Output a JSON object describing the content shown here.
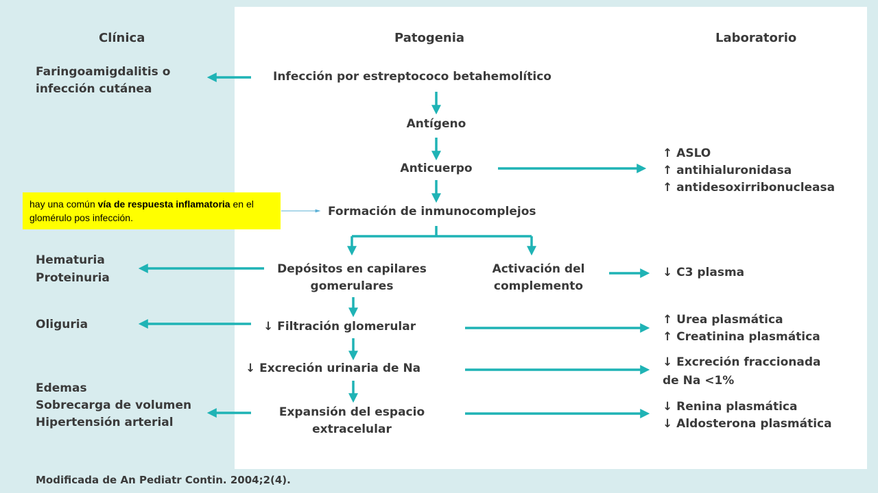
{
  "colors": {
    "arrow": "#1fb3b5",
    "note_bg": "#ffff00",
    "panel": "#ffffff",
    "page_bg": "#d8ecee"
  },
  "headers": {
    "clinica": "Clínica",
    "patogenia": "Patogenia",
    "laboratorio": "Laboratorio"
  },
  "clinica": {
    "faringo_1": "Faringoamigdalitis o",
    "faringo_2": "infección cutánea",
    "hematuria": "Hematuria",
    "proteinuria": "Proteinuria",
    "oliguria": "Oliguria",
    "edemas": "Edemas",
    "sobrecarga": "Sobrecarga de volumen",
    "hipertension": "Hipertensión arterial"
  },
  "patogenia": {
    "infeccion": "Infección por estreptococo betahemolítico",
    "antigeno": "Antígeno",
    "anticuerpo": "Anticuerpo",
    "inmunocomplejos": "Formación de inmunocomplejos",
    "depositos_1": "Depósitos en capilares",
    "depositos_2": "gomerulares",
    "activacion_1": "Activación del",
    "activacion_2": "complemento",
    "filtracion": "↓ Filtración glomerular",
    "excrecion": "↓ Excreción urinaria de Na",
    "expansion_1": "Expansión del espacio",
    "expansion_2": "extracelular"
  },
  "laboratorio": {
    "aslo": "↑ ASLO",
    "antihialuronidasa": "↑ antihialuronidasa",
    "antidesoxi": "↑ antidesoxirribonucleasa",
    "c3": "↓ C3 plasma",
    "urea": "↑ Urea plasmática",
    "creatinina": "↑ Creatinina plasmática",
    "excrecion_frac_1": "↓ Excreción fraccionada",
    "excrecion_frac_2": "de Na <1%",
    "renina": "↓ Renina plasmática",
    "aldosterona": "↓ Aldosterona plasmática"
  },
  "note": {
    "part1": "hay una común ",
    "bold": "vía de respuesta inflamatoria",
    "part2": " en el glomérulo pos infección."
  },
  "source": "Modificada de An Pediatr Contin. 2004;2(4)."
}
